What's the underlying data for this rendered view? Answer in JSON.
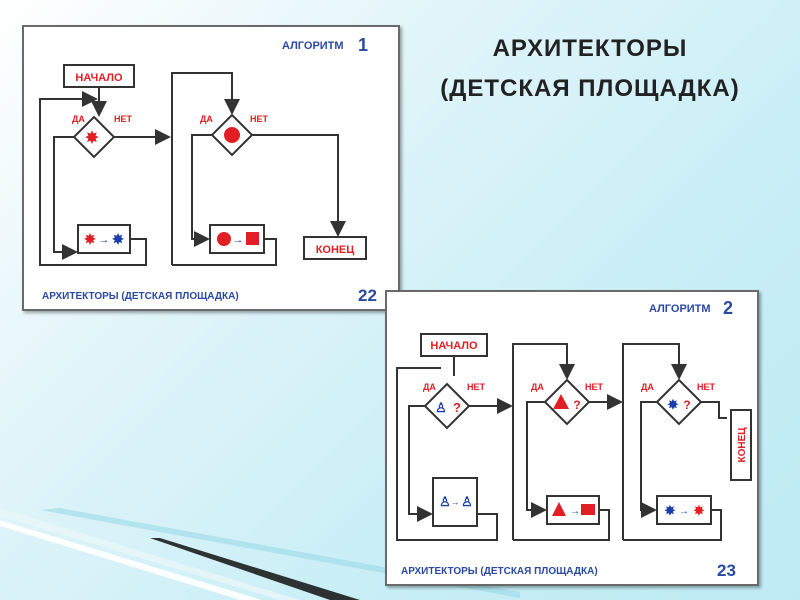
{
  "slide": {
    "title_line1": "АРХИТЕКТОРЫ",
    "title_line2": "(ДЕТСКАЯ ПЛОЩАДКА)"
  },
  "card1": {
    "algorithm_label": "АЛГОРИТМ",
    "algorithm_number": "1",
    "start": "НАЧАЛО",
    "yes": "ДА",
    "no": "НЕТ",
    "end": "КОНЕЦ",
    "footer": "АРХИТЕКТОРЫ (ДЕТСКАЯ ПЛОЩАДКА)",
    "page": "22"
  },
  "card2": {
    "algorithm_label": "АЛГОРИТМ",
    "algorithm_number": "2",
    "start": "НАЧАЛО",
    "yes": "ДА",
    "no": "НЕТ",
    "end": "КОНЕЦ",
    "footer": "АРХИТЕКТОРЫ (ДЕТСКАЯ ПЛОЩАДКА)",
    "page": "23"
  },
  "colors": {
    "red": "#e01e24",
    "blue": "#1a3fa8",
    "line": "#333333"
  }
}
